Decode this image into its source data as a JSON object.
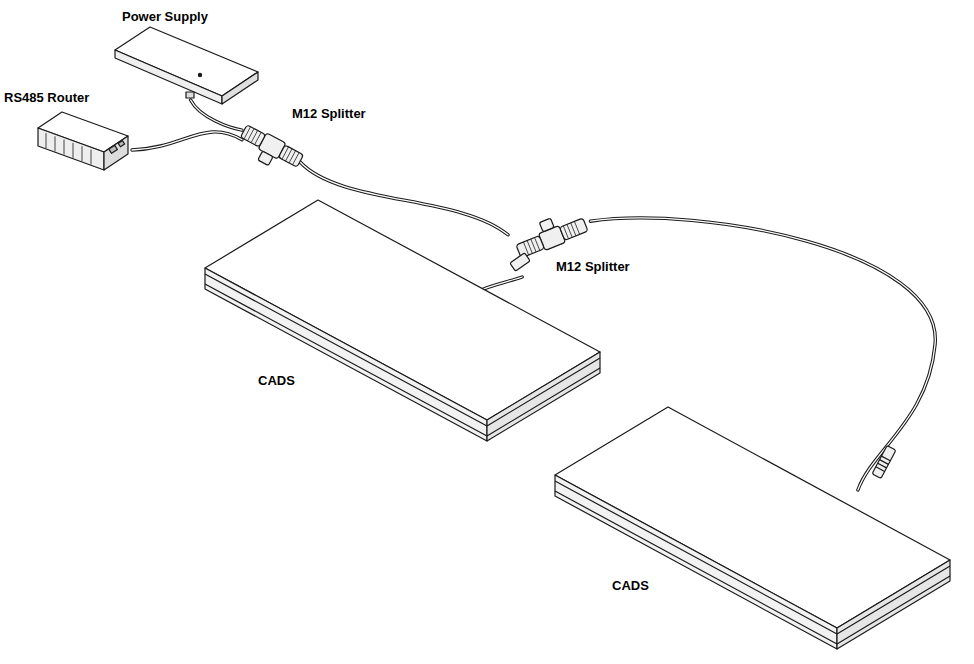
{
  "diagram": {
    "nodes": [
      {
        "text": [
          "Power Supply"
        ]
      },
      {
        "text": [
          "RS485 Router"
        ]
      },
      {
        "text": [
          "M12 Splitter"
        ]
      },
      {
        "text": [
          "M12 Splitter"
        ]
      },
      {
        "text": [
          "CADS"
        ]
      },
      {
        "text": [
          "CADS"
        ]
      }
    ],
    "edges": [
      {
        "from": 0,
        "to": 2,
        "arrow": "none"
      },
      {
        "from": 1,
        "to": 2,
        "arrow": "none"
      },
      {
        "from": 2,
        "to": 3,
        "arrow": "none"
      },
      {
        "from": 3,
        "to": 4,
        "arrow": "none"
      },
      {
        "from": 3,
        "to": 5,
        "arrow": "none"
      }
    ]
  }
}
